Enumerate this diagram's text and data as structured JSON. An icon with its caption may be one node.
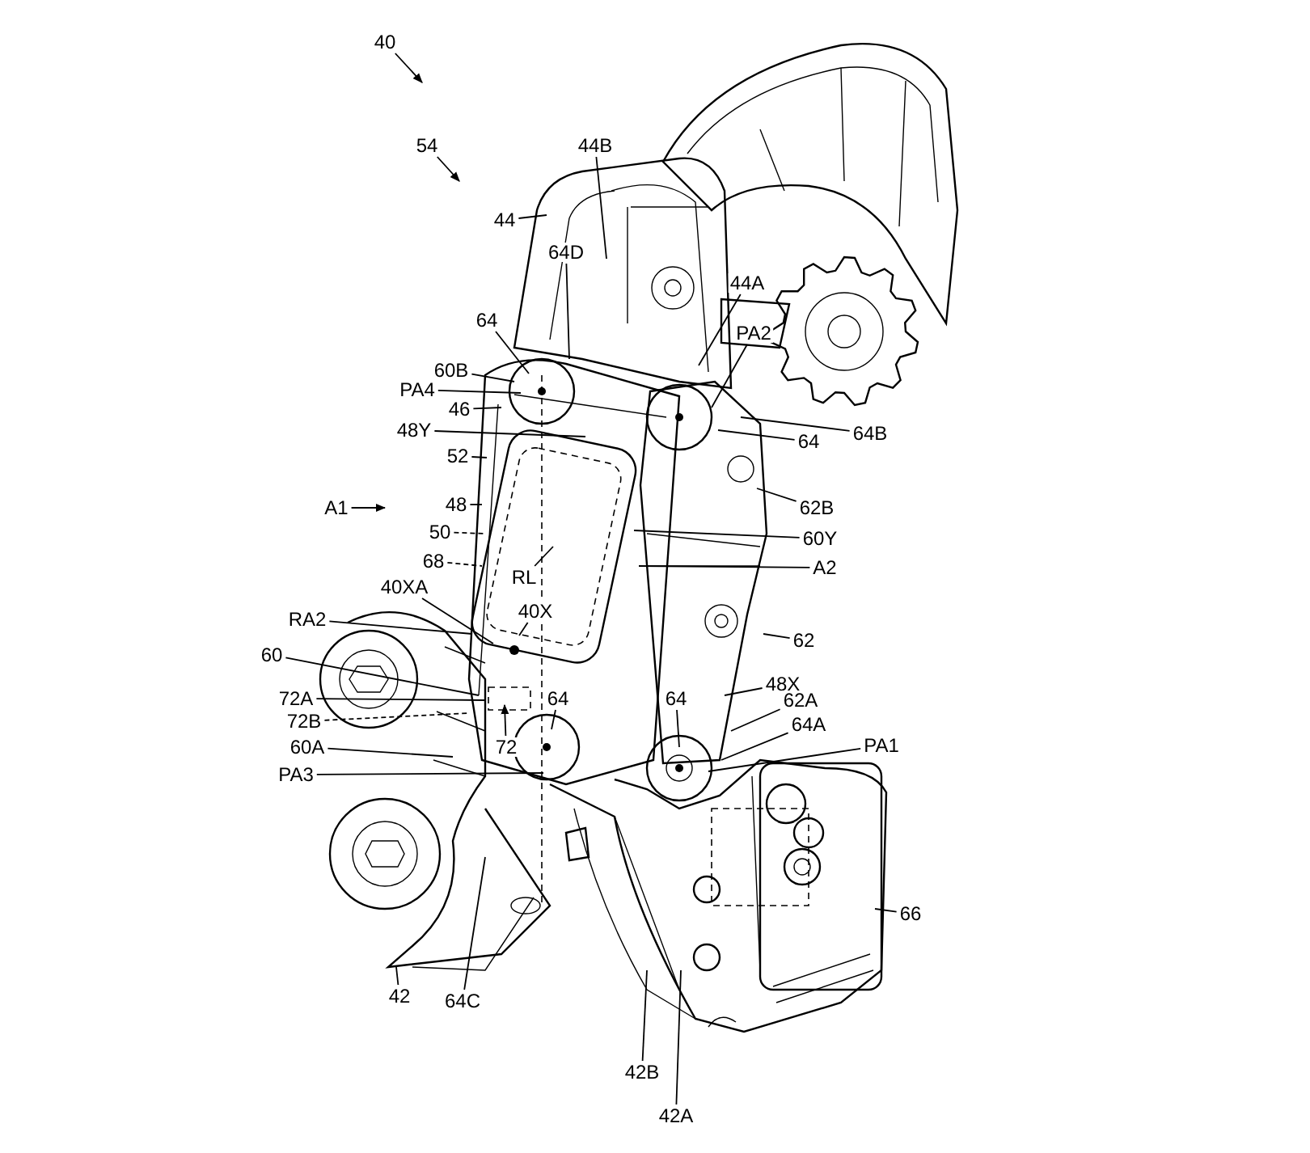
{
  "diagram": {
    "nodes": [
      {
        "text": [
          "40"
        ]
      },
      {
        "text": [
          "54"
        ]
      },
      {
        "text": [
          "44B"
        ]
      },
      {
        "text": [
          "44"
        ]
      },
      {
        "text": [
          "64D"
        ]
      },
      {
        "text": [
          "44A"
        ]
      },
      {
        "text": [
          "PA2"
        ]
      },
      {
        "text": [
          "64"
        ]
      },
      {
        "text": [
          "60B"
        ]
      },
      {
        "text": [
          "PA4"
        ]
      },
      {
        "text": [
          "46"
        ]
      },
      {
        "text": [
          "48Y"
        ]
      },
      {
        "text": [
          "64B"
        ]
      },
      {
        "text": [
          "64"
        ]
      },
      {
        "text": [
          "52"
        ]
      },
      {
        "text": [
          "62B"
        ]
      },
      {
        "text": [
          "A1"
        ]
      },
      {
        "text": [
          "48"
        ]
      },
      {
        "text": [
          "60Y"
        ]
      },
      {
        "text": [
          "50"
        ]
      },
      {
        "text": [
          "68"
        ]
      },
      {
        "text": [
          "A2"
        ]
      },
      {
        "text": [
          "RL"
        ]
      },
      {
        "text": [
          "40XA"
        ]
      },
      {
        "text": [
          "40X"
        ]
      },
      {
        "text": [
          "RA2"
        ]
      },
      {
        "text": [
          "62"
        ]
      },
      {
        "text": [
          "60"
        ]
      },
      {
        "text": [
          "48X"
        ]
      },
      {
        "text": [
          "72A"
        ]
      },
      {
        "text": [
          "62A"
        ]
      },
      {
        "text": [
          "64"
        ]
      },
      {
        "text": [
          "64"
        ]
      },
      {
        "text": [
          "72B"
        ]
      },
      {
        "text": [
          "64A"
        ]
      },
      {
        "text": [
          "72"
        ]
      },
      {
        "text": [
          "PA1"
        ]
      },
      {
        "text": [
          "60A"
        ]
      },
      {
        "text": [
          "PA3"
        ]
      },
      {
        "text": [
          "66"
        ]
      },
      {
        "text": [
          "42"
        ]
      },
      {
        "text": [
          "64C"
        ]
      },
      {
        "text": [
          "42B"
        ]
      },
      {
        "text": [
          "42A"
        ]
      }
    ],
    "edges": [
      {
        "from": 0,
        "to": null,
        "arrow": "to"
      },
      {
        "from": 1,
        "to": null,
        "arrow": "to"
      },
      {
        "from": 2,
        "to": null,
        "arrow": "none"
      },
      {
        "from": 3,
        "to": null,
        "arrow": "none"
      },
      {
        "from": 4,
        "to": null,
        "arrow": "none"
      },
      {
        "from": 5,
        "to": null,
        "arrow": "none"
      },
      {
        "from": 6,
        "to": null,
        "arrow": "none"
      },
      {
        "from": 7,
        "to": null,
        "arrow": "none"
      },
      {
        "from": 8,
        "to": null,
        "arrow": "none"
      },
      {
        "from": 9,
        "to": null,
        "arrow": "none"
      },
      {
        "from": 10,
        "to": null,
        "arrow": "none"
      },
      {
        "from": 11,
        "to": null,
        "arrow": "none"
      },
      {
        "from": 12,
        "to": null,
        "arrow": "none"
      },
      {
        "from": 13,
        "to": null,
        "arrow": "none"
      },
      {
        "from": 14,
        "to": null,
        "arrow": "none"
      },
      {
        "from": 15,
        "to": null,
        "arrow": "none"
      },
      {
        "from": 16,
        "to": null,
        "arrow": "to"
      },
      {
        "from": 17,
        "to": null,
        "arrow": "none"
      },
      {
        "from": 18,
        "to": null,
        "arrow": "none"
      },
      {
        "from": 19,
        "to": null,
        "arrow": "none",
        "style": "dashed"
      },
      {
        "from": 20,
        "to": null,
        "arrow": "none",
        "style": "dashed"
      },
      {
        "from": 21,
        "to": null,
        "arrow": "none"
      },
      {
        "from": 22,
        "to": null,
        "arrow": "none"
      },
      {
        "from": 23,
        "to": null,
        "arrow": "none"
      },
      {
        "from": 24,
        "to": null,
        "arrow": "none"
      },
      {
        "from": 25,
        "to": null,
        "arrow": "none"
      },
      {
        "from": 26,
        "to": null,
        "arrow": "none"
      },
      {
        "from": 27,
        "to": null,
        "arrow": "none"
      },
      {
        "from": 28,
        "to": null,
        "arrow": "none"
      },
      {
        "from": 29,
        "to": null,
        "arrow": "none"
      },
      {
        "from": 30,
        "to": null,
        "arrow": "none"
      },
      {
        "from": 31,
        "to": null,
        "arrow": "none"
      },
      {
        "from": 32,
        "to": null,
        "arrow": "none"
      },
      {
        "from": 33,
        "to": null,
        "arrow": "none",
        "style": "dashed"
      },
      {
        "from": 34,
        "to": null,
        "arrow": "none"
      },
      {
        "from": 35,
        "to": null,
        "arrow": "to"
      },
      {
        "from": 36,
        "to": null,
        "arrow": "none"
      },
      {
        "from": 37,
        "to": null,
        "arrow": "none"
      },
      {
        "from": 38,
        "to": null,
        "arrow": "none"
      },
      {
        "from": 39,
        "to": null,
        "arrow": "none"
      },
      {
        "from": 40,
        "to": null,
        "arrow": "none"
      },
      {
        "from": 41,
        "to": null,
        "arrow": "none"
      },
      {
        "from": 42,
        "to": null,
        "arrow": "none"
      },
      {
        "from": 43,
        "to": null,
        "arrow": "none"
      }
    ]
  }
}
